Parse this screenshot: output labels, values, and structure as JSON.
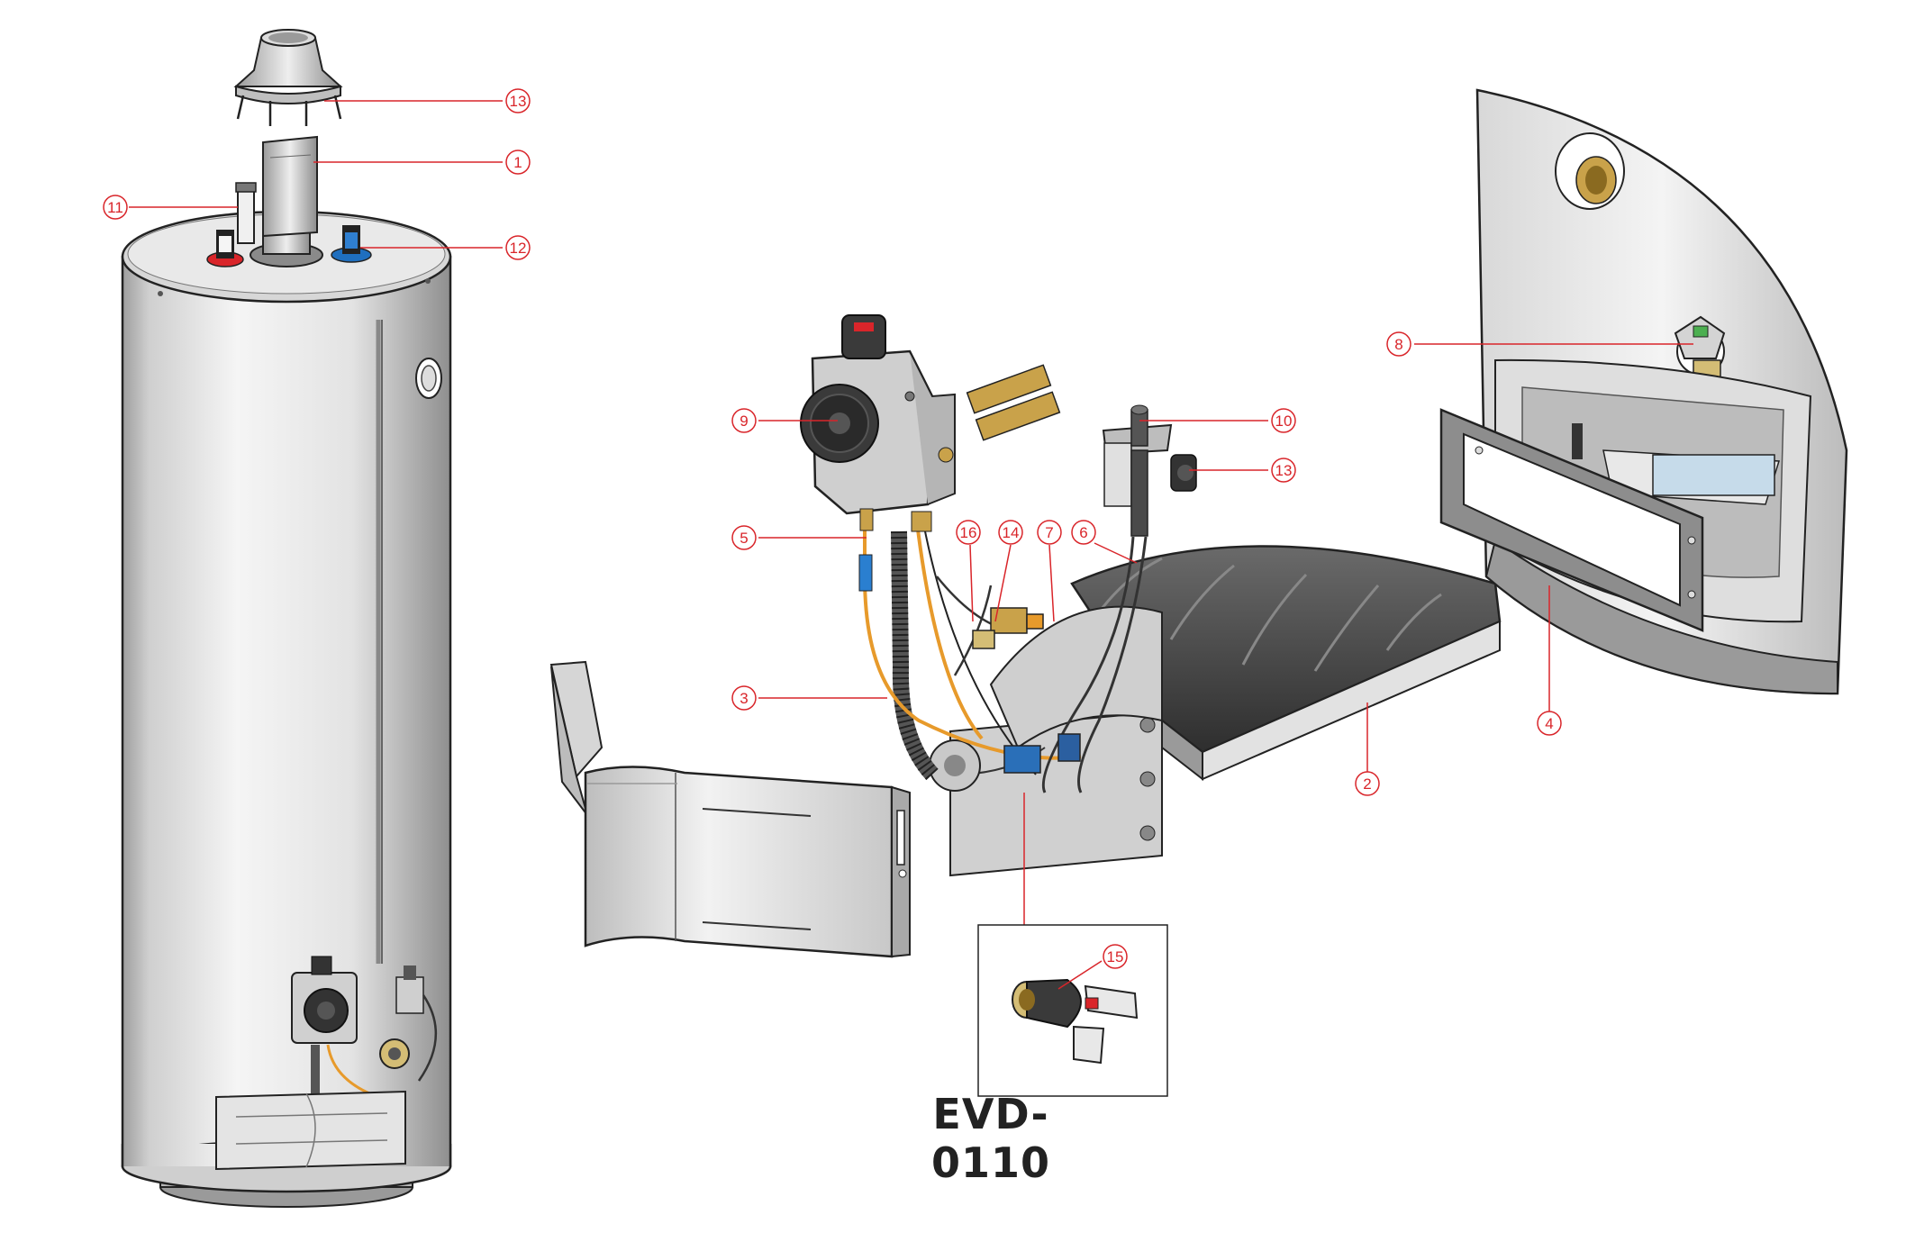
{
  "model_code": "EVD-0110",
  "colors": {
    "callout": "#d9252a",
    "outline": "#222222",
    "tank_light": "#f1f1f1",
    "tank_dark": "#b9b9b9",
    "tube_orange": "#e79a2b",
    "burner_dark": "#4d4d4d",
    "brass": "#c9a24a"
  },
  "callouts": [
    {
      "id": "callout-13-top",
      "number": "13"
    },
    {
      "id": "callout-1",
      "number": "1"
    },
    {
      "id": "callout-11",
      "number": "11"
    },
    {
      "id": "callout-12",
      "number": "12"
    },
    {
      "id": "callout-9",
      "number": "9"
    },
    {
      "id": "callout-10",
      "number": "10"
    },
    {
      "id": "callout-13-mid",
      "number": "13"
    },
    {
      "id": "callout-5",
      "number": "5"
    },
    {
      "id": "callout-16",
      "number": "16"
    },
    {
      "id": "callout-14",
      "number": "14"
    },
    {
      "id": "callout-7",
      "number": "7"
    },
    {
      "id": "callout-6",
      "number": "6"
    },
    {
      "id": "callout-3",
      "number": "3"
    },
    {
      "id": "callout-2",
      "number": "2"
    },
    {
      "id": "callout-8",
      "number": "8"
    },
    {
      "id": "callout-4",
      "number": "4"
    },
    {
      "id": "callout-15",
      "number": "15"
    }
  ]
}
